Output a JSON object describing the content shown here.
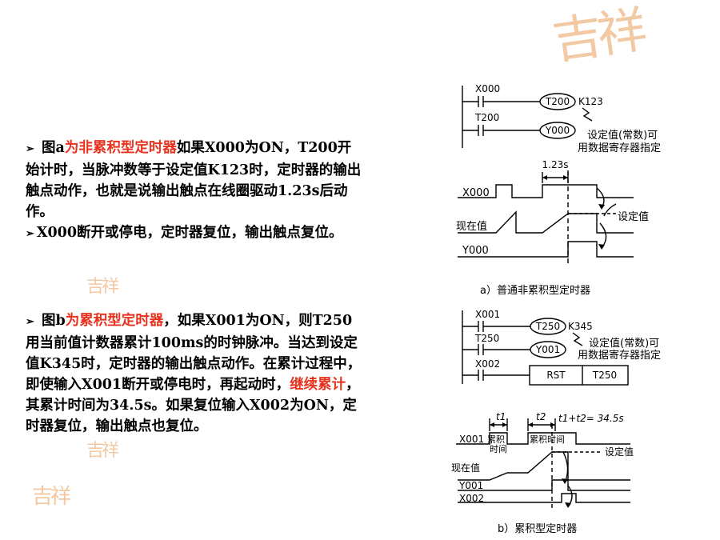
{
  "para1": {
    "bullet": "➢",
    "pre": " 图a",
    "red": "为非累积型定时器",
    "rest": "如果X000为ON，T200开始计时，当脉冲数等于设定值K123时，定时器的输出触点动作，也就是说输出触点在线圈驱动1.23s后动作。"
  },
  "para2": {
    "bullet": "➢",
    "text": "X000断开或停电，定时器复位，输出触点复位。"
  },
  "para3": {
    "bullet": "➢",
    "pre": " 图b",
    "red1": "为累积型定时器",
    "mid": "，如果X001为ON，则T250用当前值计数器累计100ms的时钟脉冲。当达到设定值K345时，定时器的输出触点动作。在累计过程中，即使输入X001断开或停电时，再起动时，",
    "red2": "继续累计",
    "rest": "，其累计时间为34.5s。如果复位输入X002为ON，定时器复位，输出触点也复位。"
  },
  "diagram_a": {
    "contact1": "X000",
    "coil1": "T200",
    "const1": "K123",
    "contact2": "T200",
    "coil2": "Y000",
    "note_line1": "设定值(常数)可",
    "note_line2": "用数据寄存器指定",
    "time": "1.23s",
    "sig_x000": "X000",
    "sig_cur": "现在值",
    "sig_y000": "Y000",
    "set_label": "设定值",
    "caption": "a）普通非累积型定时器"
  },
  "diagram_b": {
    "contact1": "X001",
    "coil1": "T250",
    "const1": "K345",
    "contact2": "T250",
    "coil2": "Y001",
    "note_line1": "设定值(常数)可",
    "note_line2": "用数据寄存器指定",
    "contact3": "X002",
    "rst": "RST",
    "rst_target": "T250",
    "t1": "t1",
    "t2": "t2",
    "tsum": "t1+t2= 34.5s",
    "sig_x001": "X001",
    "acc1a": "累积",
    "acc1b": "时间",
    "acc2": "累积时间",
    "set_label": "设定值",
    "sig_cur": "现在值",
    "sig_y001": "Y001",
    "sig_x002": "X002",
    "caption": "b）累积型定时器"
  }
}
